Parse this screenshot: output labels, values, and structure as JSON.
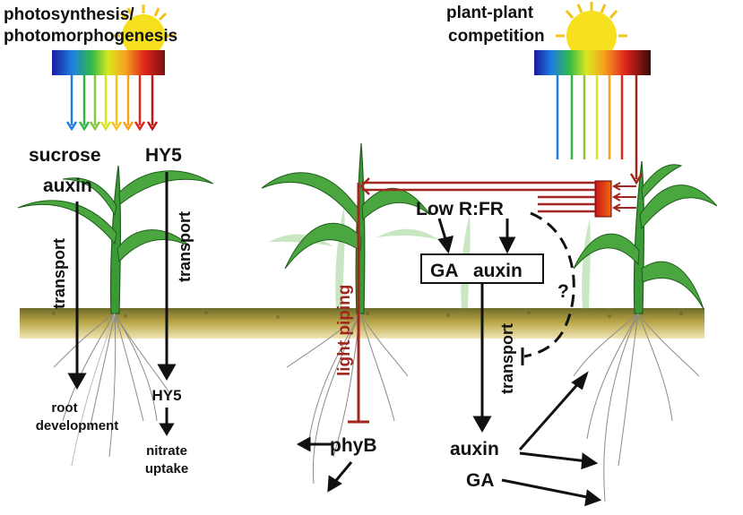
{
  "left_panel": {
    "title_line1": "photosynthesis/",
    "title_line2": "photomorphogenesis",
    "signal_sucrose": "sucrose",
    "signal_auxin": "auxin",
    "signal_hy5": "HY5",
    "transport_left": "transport",
    "transport_right": "transport",
    "target_root_line1": "root",
    "target_root_line2": "development",
    "target_hy5": "HY5",
    "target_nitrate_line1": "nitrate",
    "target_nitrate_line2": "uptake"
  },
  "right_panel": {
    "title_line1": "plant-plant",
    "title_line2": "competition",
    "low_rfr": "Low R:FR",
    "box_ga": "GA",
    "box_auxin": "auxin",
    "question": "?",
    "transport": "transport",
    "light_piping": "light piping",
    "phyb": "phyB",
    "out_auxin": "auxin",
    "out_ga": "GA"
  },
  "colors": {
    "light_piping_red": "#a0271d",
    "soil": "#b7a24a",
    "leaf_green": "#3b9a36",
    "sun_yellow": "#f7e11f"
  }
}
